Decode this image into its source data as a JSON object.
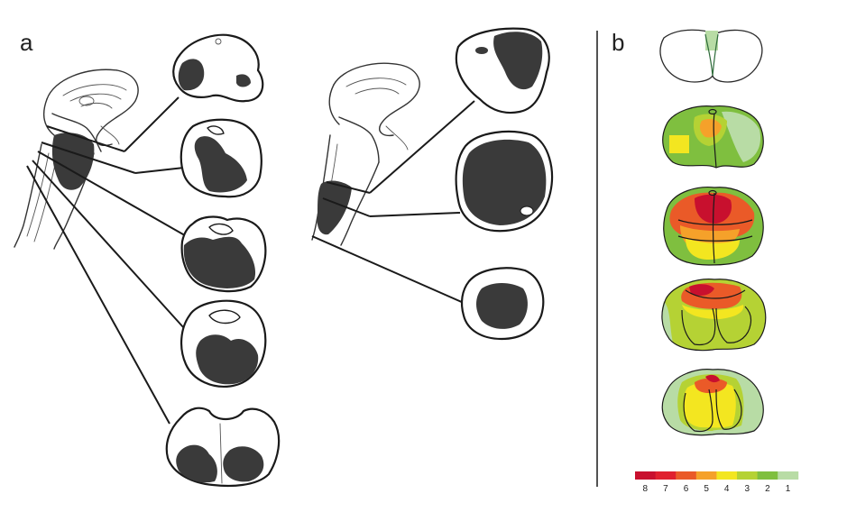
{
  "panels": {
    "a": {
      "label": "a"
    },
    "b": {
      "label": "b"
    }
  },
  "colors": {
    "ink": "#3a3a3a",
    "outline": "#1a1a1a",
    "scale": [
      "#c8102e",
      "#e0202e",
      "#ea5a28",
      "#f5a12a",
      "#f3e620",
      "#b5d234",
      "#7fbf3f",
      "#b8dca5"
    ]
  },
  "scale": {
    "labels": [
      "8",
      "7",
      "6",
      "5",
      "4",
      "3",
      "2",
      "1"
    ]
  }
}
